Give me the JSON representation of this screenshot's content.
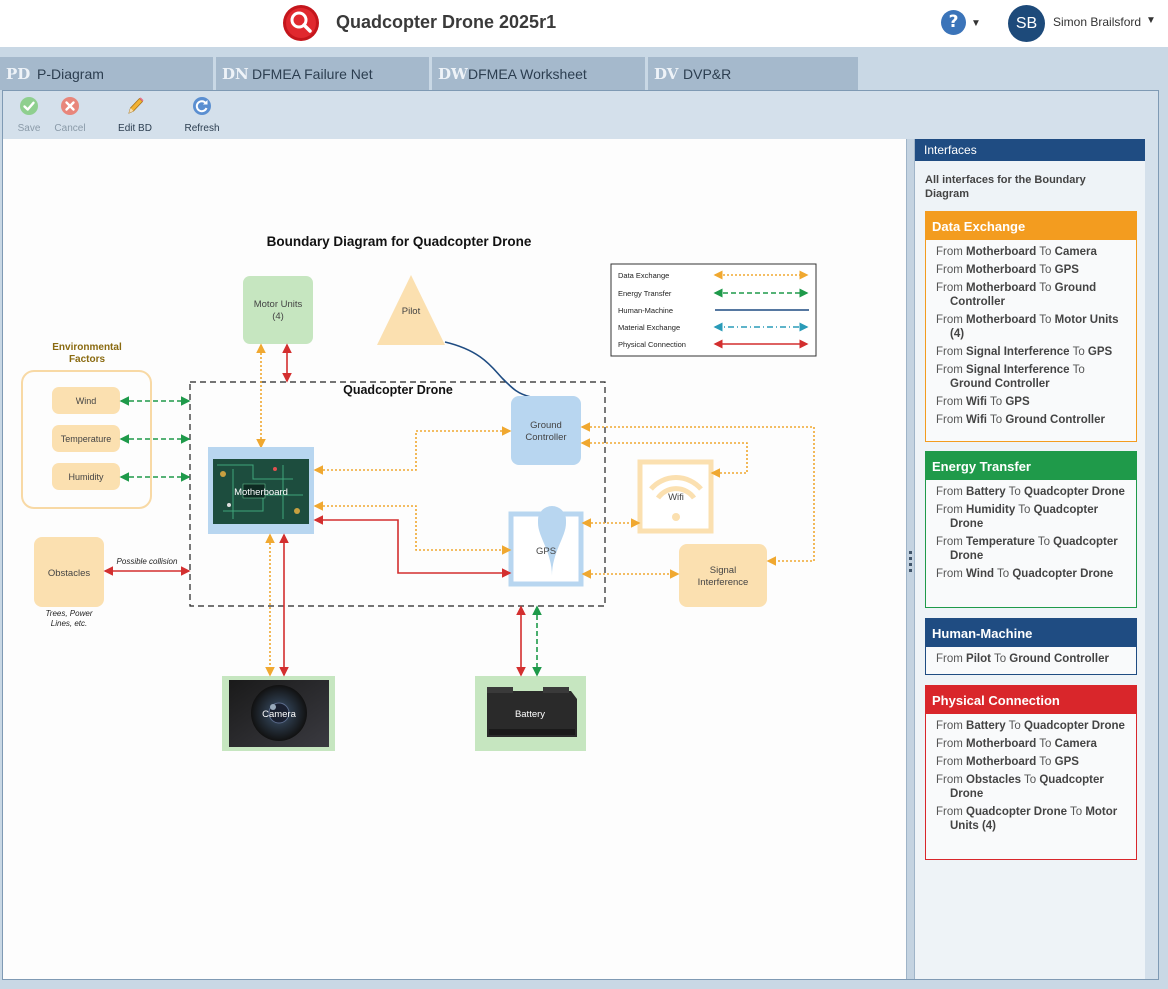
{
  "header": {
    "title": "Quadcopter Drone 2025r1",
    "help_symbol": "?",
    "user_initials": "SB",
    "user_name": "Simon Brailsford"
  },
  "tabs": [
    {
      "abbr": "PD",
      "label": "P-Diagram"
    },
    {
      "abbr": "DN",
      "label": "DFMEA Failure Net"
    },
    {
      "abbr": "DW",
      "label": "DFMEA Worksheet"
    },
    {
      "abbr": "DV",
      "label": "DVP&R"
    }
  ],
  "toolbar": {
    "save": "Save",
    "cancel": "Cancel",
    "edit_bd": "Edit BD",
    "refresh": "Refresh"
  },
  "diagram": {
    "title": "Boundary Diagram for Quadcopter Drone",
    "system_label": "Quadcopter Drone",
    "env_title_1": "Environmental",
    "env_title_2": "Factors",
    "nodes": {
      "wind": "Wind",
      "temperature": "Temperature",
      "humidity": "Humidity",
      "obstacles": "Obstacles",
      "obstacles_note_1": "Trees, Power",
      "obstacles_note_2": "Lines, etc.",
      "collision": "Possible collision",
      "motor_units_1": "Motor Units",
      "motor_units_2": "(4)",
      "pilot": "Pilot",
      "ground_controller_1": "Ground",
      "ground_controller_2": "Controller",
      "motherboard": "Motherboard",
      "gps": "GPS",
      "wifi": "Wifi",
      "signal_1": "Signal",
      "signal_2": "Interference",
      "camera": "Camera",
      "battery": "Battery"
    },
    "legend": [
      {
        "label": "Data Exchange",
        "color": "#f0a830"
      },
      {
        "label": "Energy Transfer",
        "color": "#1e9a4a"
      },
      {
        "label": "Human-Machine",
        "color": "#1f4c82"
      },
      {
        "label": "Material Exchange",
        "color": "#2a9bb8"
      },
      {
        "label": "Physical Connection",
        "color": "#d32f2f"
      }
    ]
  },
  "side_panel": {
    "header": "Interfaces",
    "intro": "All interfaces for the Boundary Diagram",
    "groups": [
      {
        "title": "Data Exchange",
        "color": "#f39c1f",
        "items": [
          {
            "from": "Motherboard",
            "to": "Camera"
          },
          {
            "from": "Motherboard",
            "to": "GPS"
          },
          {
            "from": "Motherboard",
            "to": "Ground Controller"
          },
          {
            "from": "Motherboard",
            "to": "Motor Units (4)"
          },
          {
            "from": "Signal Interference",
            "to": "GPS"
          },
          {
            "from": "Signal Interference",
            "to": "Ground Controller"
          },
          {
            "from": "Wifi",
            "to": "GPS"
          },
          {
            "from": "Wifi",
            "to": "Ground Controller"
          }
        ]
      },
      {
        "title": "Energy Transfer",
        "color": "#1f9a4a",
        "items": [
          {
            "from": "Battery",
            "to": "Quadcopter Drone"
          },
          {
            "from": "Humidity",
            "to": "Quadcopter Drone"
          },
          {
            "from": "Temperature",
            "to": "Quadcopter Drone"
          },
          {
            "from": "Wind",
            "to": "Quadcopter Drone"
          }
        ]
      },
      {
        "title": "Human-Machine",
        "color": "#1f4c82",
        "items": [
          {
            "from": "Pilot",
            "to": "Ground Controller"
          }
        ]
      },
      {
        "title": "Physical Connection",
        "color": "#d9262b",
        "items": [
          {
            "from": "Battery",
            "to": "Quadcopter Drone"
          },
          {
            "from": "Motherboard",
            "to": "Camera"
          },
          {
            "from": "Motherboard",
            "to": "GPS"
          },
          {
            "from": "Obstacles",
            "to": "Quadcopter Drone"
          },
          {
            "from": "Quadcopter Drone",
            "to": "Motor Units (4)"
          }
        ]
      }
    ],
    "word_from": "From",
    "word_to": "To"
  }
}
